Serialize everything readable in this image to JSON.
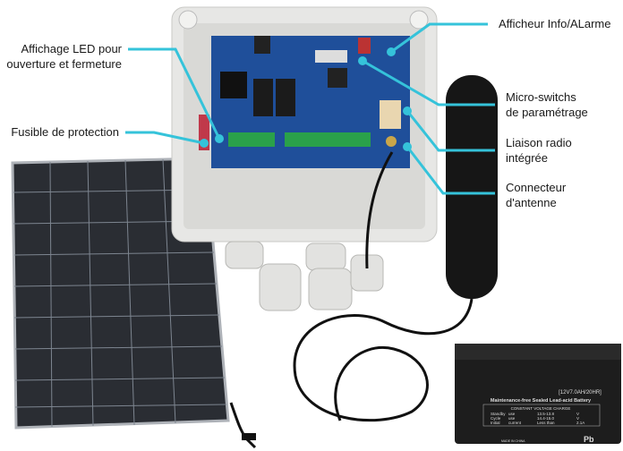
{
  "callouts": {
    "led": {
      "line1": "Affichage LED pour",
      "line2": "ouverture et fermeture"
    },
    "fuse": {
      "line1": "Fusible de protection"
    },
    "info": {
      "line1": "Afficheur Info/ALarme"
    },
    "switches": {
      "line1": "Micro-switchs",
      "line2": "de paramétrage"
    },
    "radio": {
      "line1": "Liaison radio",
      "line2": "intégrée"
    },
    "antenna": {
      "line1": "Connecteur",
      "line2": "d'antenne"
    }
  },
  "battery": {
    "rating": "[12V7.0AH/20HR]",
    "type": "Maintenance-free Sealed Lead-acid Battery",
    "charge_header": "CONSTANT VOLTAGE CHARGE",
    "rows": [
      [
        "Standby",
        "use",
        "13.5-13.8",
        "V"
      ],
      [
        "Cycle",
        "use",
        "14.4-15.0",
        "V"
      ],
      [
        "Initial",
        "current",
        "Less than",
        "2.1A"
      ]
    ],
    "pb": "Pb",
    "made_in": "MADE IN CHINA"
  },
  "colors": {
    "callout": "#35c3da",
    "pcb": "#1f4f9a",
    "enclosure": "#e6e6e4"
  }
}
